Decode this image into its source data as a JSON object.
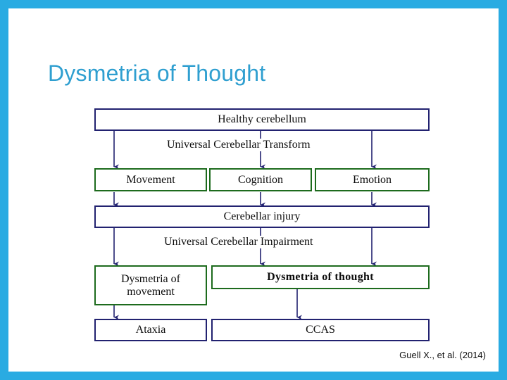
{
  "slide": {
    "title": "Dysmetria of Thought",
    "citation": "Guell X., et al. (2014)",
    "border_color": "#29abe2",
    "title_color": "#2f9fd0",
    "background_color": "#ffffff"
  },
  "diagram": {
    "navy_color": "#222270",
    "green_color": "#1d6b1d",
    "boxes": {
      "healthy_cerebellum": "Healthy cerebellum",
      "movement": "Movement",
      "cognition": "Cognition",
      "emotion": "Emotion",
      "cerebellar_injury": "Cerebellar injury",
      "dysmetria_of_movement_line1": "Dysmetria of",
      "dysmetria_of_movement_line2": "movement",
      "dysmetria_of_thought": "Dysmetria of  thought",
      "ataxia": "Ataxia",
      "ccas": "CCAS"
    },
    "labels": {
      "universal_cerebellar_transform": "Universal Cerebellar Transform",
      "universal_cerebellar_impairment": "Universal Cerebellar Impairment"
    }
  }
}
